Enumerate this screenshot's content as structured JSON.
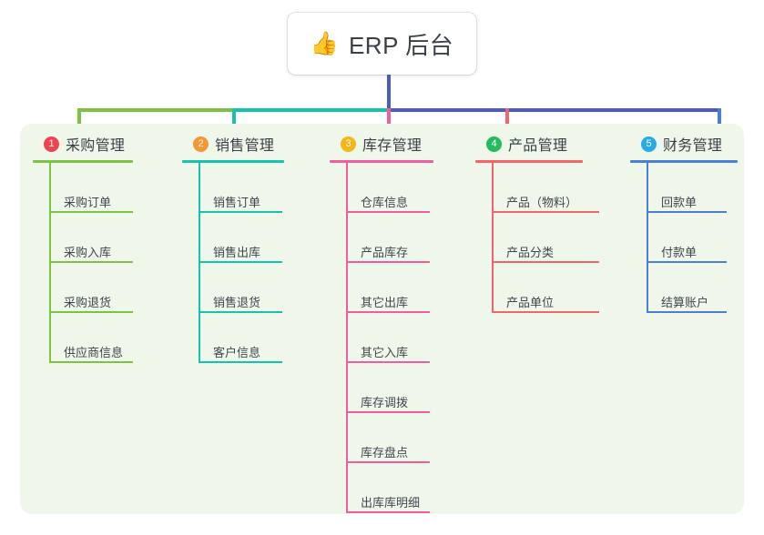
{
  "root": {
    "icon": "thumbs-up-emoji",
    "icon_glyph": "👍",
    "title": "ERP 后台"
  },
  "theme": {
    "page_background": "#ffffff",
    "panel_background": "#eef7ea",
    "text_color": "#3b4048",
    "trunk_color": "#4a5bc6"
  },
  "connectors": {
    "bus_segments": [
      {
        "name": "green-segment",
        "color": "#7ec242"
      },
      {
        "name": "teal-segment",
        "color": "#16c4ae"
      },
      {
        "name": "blue-segment",
        "color": "#4a5bc6"
      }
    ],
    "drops": [
      "#7ec242",
      "#16c4ae",
      "#ef5fa0",
      "#f2666b",
      "#4a7fd4"
    ]
  },
  "columns": [
    {
      "number": "1",
      "title": "采购管理",
      "badge_color": "#ef4352",
      "accent": "#7ec242",
      "rule_width": 110,
      "leaf_rule_width": 92,
      "items": [
        {
          "label": "采购订单"
        },
        {
          "label": "采购入库"
        },
        {
          "label": "采购退货"
        },
        {
          "label": "供应商信息"
        }
      ]
    },
    {
      "number": "2",
      "title": "销售管理",
      "badge_color": "#f59533",
      "accent": "#16c4ae",
      "rule_width": 112,
      "leaf_rule_width": 92,
      "items": [
        {
          "label": "销售订单"
        },
        {
          "label": "销售出库"
        },
        {
          "label": "销售退货"
        },
        {
          "label": "客户信息"
        }
      ]
    },
    {
      "number": "3",
      "title": "库存管理",
      "badge_color": "#f5b617",
      "accent": "#ef5fa0",
      "rule_width": 114,
      "leaf_rule_width": 92,
      "items": [
        {
          "label": "仓库信息"
        },
        {
          "label": "产品库存"
        },
        {
          "label": "其它出库"
        },
        {
          "label": "其它入库"
        },
        {
          "label": "库存调拨"
        },
        {
          "label": "库存盘点"
        },
        {
          "label": "出库库明细"
        }
      ]
    },
    {
      "number": "4",
      "title": "产品管理",
      "badge_color": "#24bb5e",
      "accent": "#f2666b",
      "rule_width": 118,
      "leaf_rule_width": 118,
      "items": [
        {
          "label": "产品（物料）"
        },
        {
          "label": "产品分类"
        },
        {
          "label": "产品单位"
        }
      ]
    },
    {
      "number": "5",
      "title": "财务管理",
      "badge_color": "#28a9e8",
      "accent": "#4a7fd4",
      "rule_width": 118,
      "leaf_rule_width": 88,
      "items": [
        {
          "label": "回款单"
        },
        {
          "label": "付款单"
        },
        {
          "label": "结算账户"
        }
      ]
    }
  ]
}
